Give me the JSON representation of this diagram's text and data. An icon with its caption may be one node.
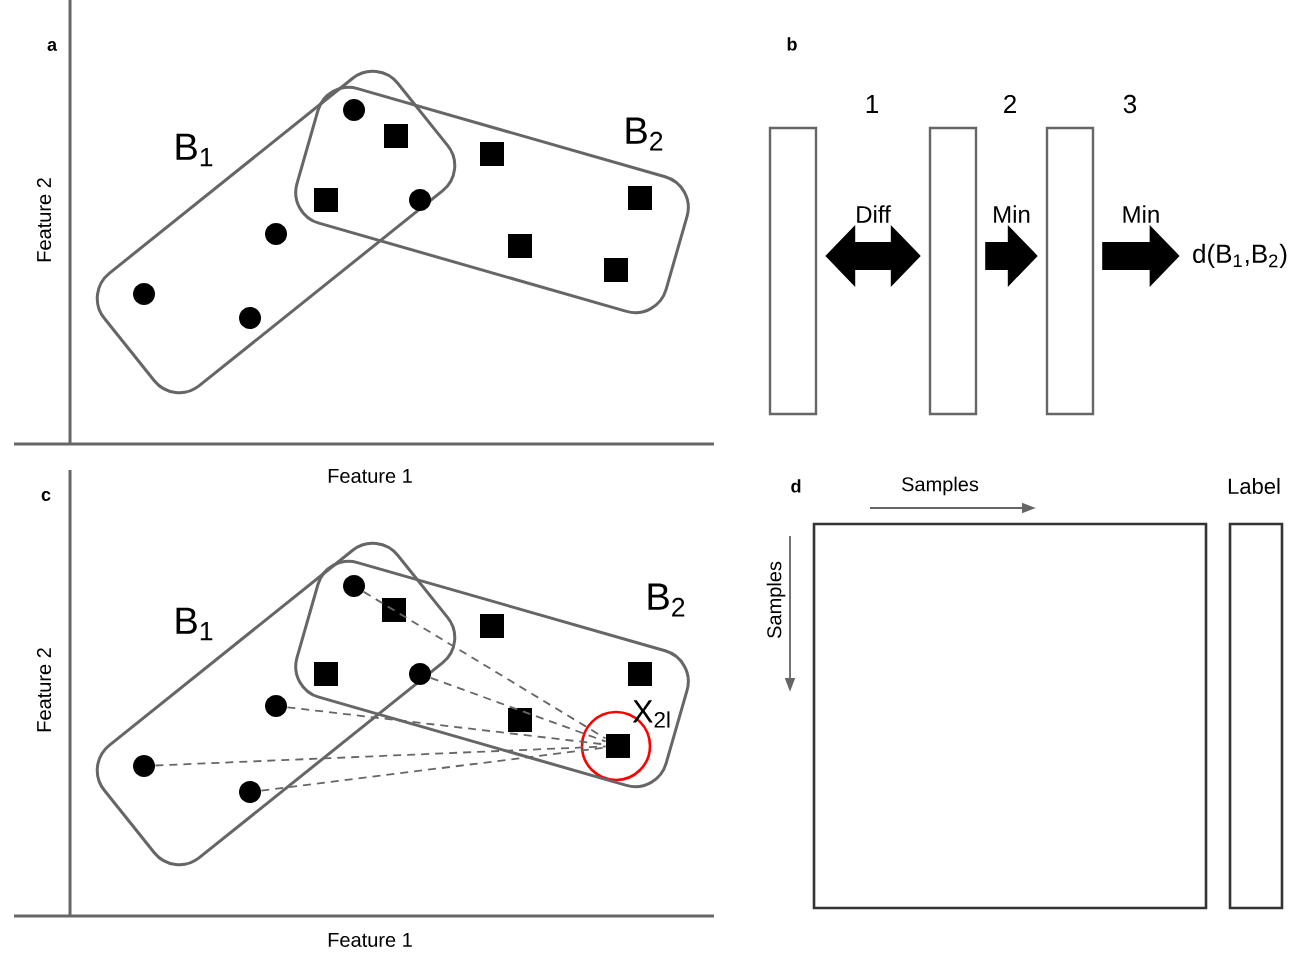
{
  "diagram": {
    "nodes": [
      {
        "text": [
          "B$_{1}$"
        ]
      },
      {
        "text": [
          "B$_{2}$"
        ]
      },
      {
        "text": [],
        "shape": "circle"
      },
      {
        "text": [],
        "shape": "circle"
      },
      {
        "text": [],
        "shape": "circle"
      },
      {
        "text": [],
        "shape": "circle"
      },
      {
        "text": [],
        "shape": "circle"
      },
      {
        "text": [],
        "shape": "box"
      },
      {
        "text": [],
        "shape": "box"
      },
      {
        "text": [],
        "shape": "box"
      },
      {
        "text": [],
        "shape": "box"
      },
      {
        "text": [],
        "shape": "box"
      },
      {
        "text": [],
        "shape": "box"
      },
      {
        "text": [],
        "shape": "box"
      },
      {
        "text": [],
        "shape": "box"
      },
      {
        "text": [],
        "shape": "box"
      },
      {
        "text": [
          "d(B$_{1}$,B$_{2}$)"
        ]
      },
      {
        "text": [
          "B$_{1}$"
        ]
      },
      {
        "text": [
          "B$_{2}$"
        ]
      },
      {
        "text": [],
        "shape": "circle"
      },
      {
        "text": [],
        "shape": "circle"
      },
      {
        "text": [],
        "shape": "circle"
      },
      {
        "text": [],
        "shape": "circle"
      },
      {
        "text": [],
        "shape": "circle"
      },
      {
        "text": [],
        "shape": "box"
      },
      {
        "text": [],
        "shape": "box"
      },
      {
        "text": [],
        "shape": "box"
      },
      {
        "text": [],
        "shape": "box"
      },
      {
        "text": [],
        "shape": "box"
      },
      {
        "text": [],
        "shape": "box",
        "beside": [
          "X$_{2l}$"
        ]
      },
      {
        "text": [],
        "shape": "box"
      },
      {
        "text": [
          "Label"
        ]
      }
    ],
    "edges": [
      {
        "from": 13,
        "to": 14,
        "arrow": "both",
        "label": "Diff",
        "style": "thick",
        "color": "#000000"
      },
      {
        "from": 14,
        "to": 15,
        "arrow": "to",
        "label": "Min",
        "style": "thick",
        "color": "#000000"
      },
      {
        "from": 15,
        "to": 16,
        "arrow": "to",
        "label": "Min",
        "style": "thick",
        "color": "#000000"
      },
      {
        "from": 19,
        "to": 29,
        "arrow": "none",
        "style": "dashed"
      },
      {
        "from": 20,
        "to": 29,
        "arrow": "none",
        "style": "dashed"
      },
      {
        "from": 21,
        "to": 29,
        "arrow": "none",
        "style": "dashed"
      },
      {
        "from": 22,
        "to": 29,
        "arrow": "none",
        "style": "dashed"
      },
      {
        "from": 23,
        "to": 29,
        "arrow": "none",
        "style": "dashed"
      }
    ],
    "labels": [
      "a",
      "Feature 2",
      "b",
      "1",
      "2",
      "3",
      "Feature 1",
      "c",
      "Feature 2",
      "d",
      "Samples",
      "Samples",
      "Feature 1"
    ]
  }
}
